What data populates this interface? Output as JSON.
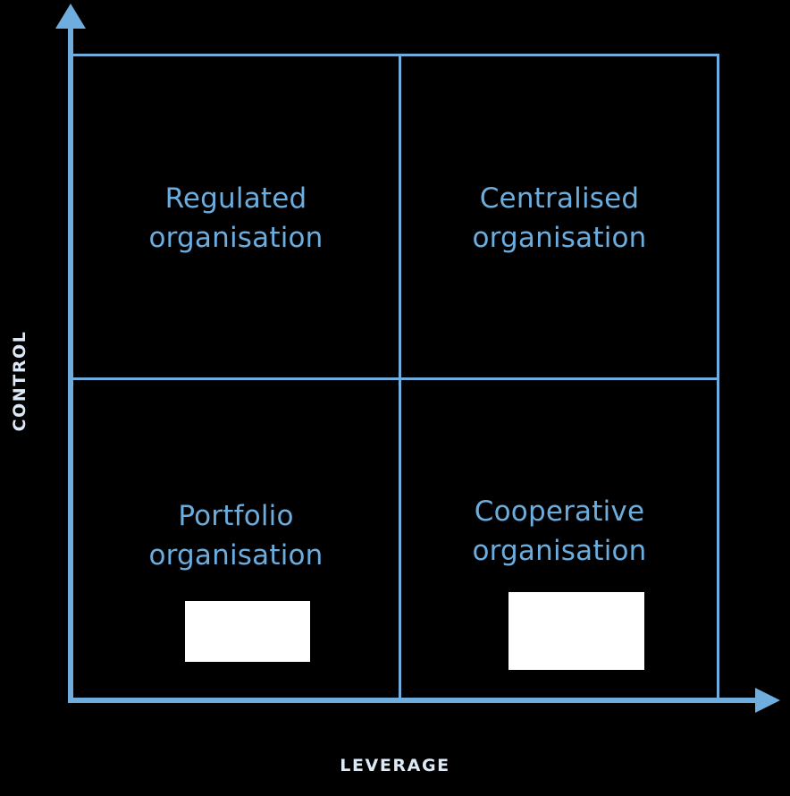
{
  "diagram": {
    "type": "2x2-matrix",
    "background_color": "#000000",
    "axis_color": "#6fadde",
    "grid_color": "#6fadde",
    "quadrant_text_color": "#6badde",
    "axis_caption_color": "#dceaf7",
    "redaction_color": "#ffffff",
    "axes": {
      "x": {
        "label": "LEVERAGE",
        "direction": "right",
        "arrow": "arrow-right-icon"
      },
      "y": {
        "label": "CONTROL",
        "direction": "up",
        "arrow": "arrow-up-icon"
      }
    },
    "quadrants": [
      {
        "position": "top-left",
        "line1": "Regulated",
        "line2": "organisation",
        "x_level": "low",
        "y_level": "high"
      },
      {
        "position": "top-right",
        "line1": "Centralised",
        "line2": "organisation",
        "x_level": "high",
        "y_level": "high"
      },
      {
        "position": "bottom-left",
        "line1": "Portfolio",
        "line2": "organisation",
        "x_level": "low",
        "y_level": "low"
      },
      {
        "position": "bottom-right",
        "line1": "Cooperative",
        "line2": "organisation",
        "x_level": "high",
        "y_level": "low"
      }
    ],
    "redactions": [
      {
        "in_quadrant": "bottom-left",
        "label": ""
      },
      {
        "in_quadrant": "bottom-right",
        "label": ""
      }
    ]
  }
}
